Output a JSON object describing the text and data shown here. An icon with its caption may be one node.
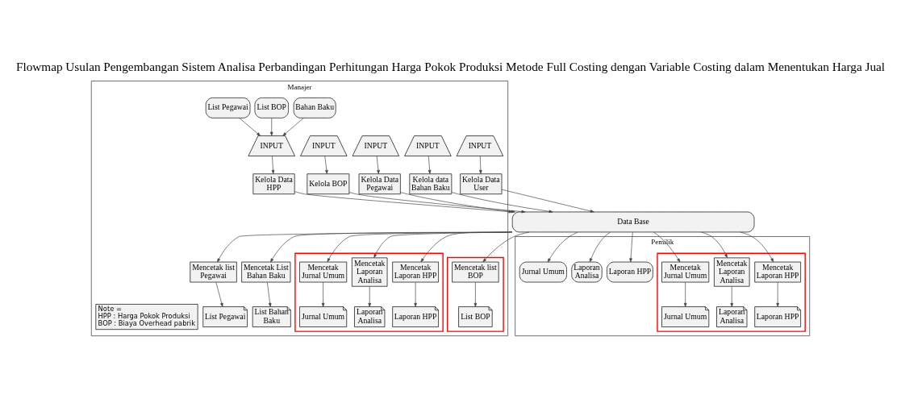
{
  "diagram": {
    "title": "Flowmap Usulan Pengembangan Sistem Analisa Perbandingan Perhitungan Harga Pokok Produksi Metode Full Costing dengan Variable Costing dalam Menentukan Harga Jual",
    "nodes": [
      {
        "text": [
          "Manajer"
        ]
      },
      {
        "text": [
          "Pemilik"
        ]
      },
      {
        "text": [
          "INPUT"
        ],
        "in": 0
      },
      {
        "text": [
          "Kelola Data User"
        ],
        "in": 0
      },
      {
        "text": [
          "INPUT"
        ],
        "in": 0
      },
      {
        "text": [
          "Kelola data Bahan Baku"
        ],
        "in": 0
      },
      {
        "text": [
          "INPUT"
        ],
        "in": 0
      },
      {
        "text": [
          "Kelola Data Pegawai"
        ],
        "in": 0
      },
      {
        "text": [
          "INPUT"
        ],
        "in": 0
      },
      {
        "text": [
          "Kelola BOP"
        ],
        "in": 0
      },
      {
        "text": [
          "Bahan Baku"
        ],
        "in": 0
      },
      {
        "text": [
          "List BOP"
        ],
        "in": 0
      },
      {
        "text": [
          "List Pegawai"
        ],
        "in": 0
      },
      {
        "text": [
          "INPUT"
        ],
        "in": 0
      },
      {
        "text": [
          "Kelola Data HPP"
        ],
        "in": 0
      },
      {
        "text": [
          "Data Base"
        ]
      },
      {
        "text": [
          "Mencetak List Bahan Baku"
        ],
        "in": 0
      },
      {
        "text": [
          "List Bahan Baku"
        ],
        "in": 0
      },
      {
        "text": [
          "Mencetak list Pegawai"
        ],
        "in": 0
      },
      {
        "text": [
          "List Pegawai"
        ],
        "in": 0
      },
      {
        "text": [],
        "shape": "box",
        "in": 0
      },
      {
        "text": [
          "Mencetak list BOP"
        ],
        "in": 20
      },
      {
        "text": [
          "List BOP"
        ],
        "in": 20
      },
      {
        "text": [],
        "shape": "box",
        "in": 0
      },
      {
        "text": [
          "Mencetak Laporan HPP"
        ],
        "in": 23
      },
      {
        "text": [
          "Laporan HPP"
        ],
        "in": 23
      },
      {
        "text": [
          "Mencetak Laporan Analisa"
        ],
        "in": 23
      },
      {
        "text": [
          "Laporan Analisa"
        ],
        "in": 23
      },
      {
        "text": [
          "Mencetak Jurnal Umum"
        ],
        "in": 23
      },
      {
        "text": [
          "Jurnal Umum"
        ],
        "in": 23
      },
      {
        "text": [
          "Laporan HPP"
        ],
        "in": 1
      },
      {
        "text": [
          "Laporan Analisa"
        ],
        "in": 1
      },
      {
        "text": [
          "Jurnal Umum"
        ],
        "in": 1
      },
      {
        "text": [],
        "shape": "box",
        "in": 1
      },
      {
        "text": [
          "Mencetak Laporan HPP"
        ],
        "in": 33
      },
      {
        "text": [
          "Laporan HPP"
        ],
        "in": 33
      },
      {
        "text": [
          "Mencetak Laporan Analisa"
        ],
        "in": 33
      },
      {
        "text": [
          "Laporan Analisa"
        ],
        "in": 33
      },
      {
        "text": [
          "Mencetak Jurnal Umum"
        ],
        "in": 33
      },
      {
        "text": [
          "Jurnal Umum"
        ],
        "in": 33
      },
      {
        "text": [
          "Note =",
          "HPP : Harga Pokok Produksi",
          "BOP : Biaya Overhead pabrik"
        ],
        "in": 0
      }
    ],
    "edges": [
      {
        "from": 2,
        "to": 3,
        "arrow": "to"
      },
      {
        "from": 3,
        "to": 15,
        "arrow": "to"
      },
      {
        "from": 4,
        "to": 5,
        "arrow": "to"
      },
      {
        "from": 5,
        "to": 15,
        "arrow": "to"
      },
      {
        "from": 6,
        "to": 7,
        "arrow": "to"
      },
      {
        "from": 7,
        "to": 15,
        "arrow": "to"
      },
      {
        "from": 8,
        "to": 9,
        "arrow": "to"
      },
      {
        "from": 9,
        "to": 15,
        "arrow": "to"
      },
      {
        "from": 10,
        "to": 13,
        "arrow": "to"
      },
      {
        "from": 11,
        "to": 13,
        "arrow": "to"
      },
      {
        "from": 12,
        "to": 13,
        "arrow": "to"
      },
      {
        "from": 13,
        "to": 14,
        "arrow": "to"
      },
      {
        "from": 14,
        "to": 15,
        "arrow": "to"
      },
      {
        "from": 15,
        "to": 16,
        "arrow": "to"
      },
      {
        "from": 16,
        "to": 17,
        "arrow": "to"
      },
      {
        "from": 15,
        "to": 18,
        "arrow": "to"
      },
      {
        "from": 18,
        "to": 19,
        "arrow": "to"
      },
      {
        "from": 15,
        "to": 21,
        "arrow": "to"
      },
      {
        "from": 21,
        "to": 22,
        "arrow": "to"
      },
      {
        "from": 15,
        "to": 24,
        "arrow": "to"
      },
      {
        "from": 24,
        "to": 25,
        "arrow": "to"
      },
      {
        "from": 15,
        "to": 26,
        "arrow": "to"
      },
      {
        "from": 26,
        "to": 27,
        "arrow": "to"
      },
      {
        "from": 15,
        "to": 28,
        "arrow": "to"
      },
      {
        "from": 28,
        "to": 29,
        "arrow": "to"
      },
      {
        "from": 15,
        "to": 30,
        "arrow": "to"
      },
      {
        "from": 15,
        "to": 31,
        "arrow": "to"
      },
      {
        "from": 15,
        "to": 32,
        "arrow": "to"
      },
      {
        "from": 15,
        "to": 34,
        "arrow": "to"
      },
      {
        "from": 34,
        "to": 35,
        "arrow": "to"
      },
      {
        "from": 15,
        "to": 36,
        "arrow": "to"
      },
      {
        "from": 36,
        "to": 37,
        "arrow": "to"
      },
      {
        "from": 15,
        "to": 38,
        "arrow": "to"
      },
      {
        "from": 38,
        "to": 39,
        "arrow": "to"
      }
    ]
  }
}
